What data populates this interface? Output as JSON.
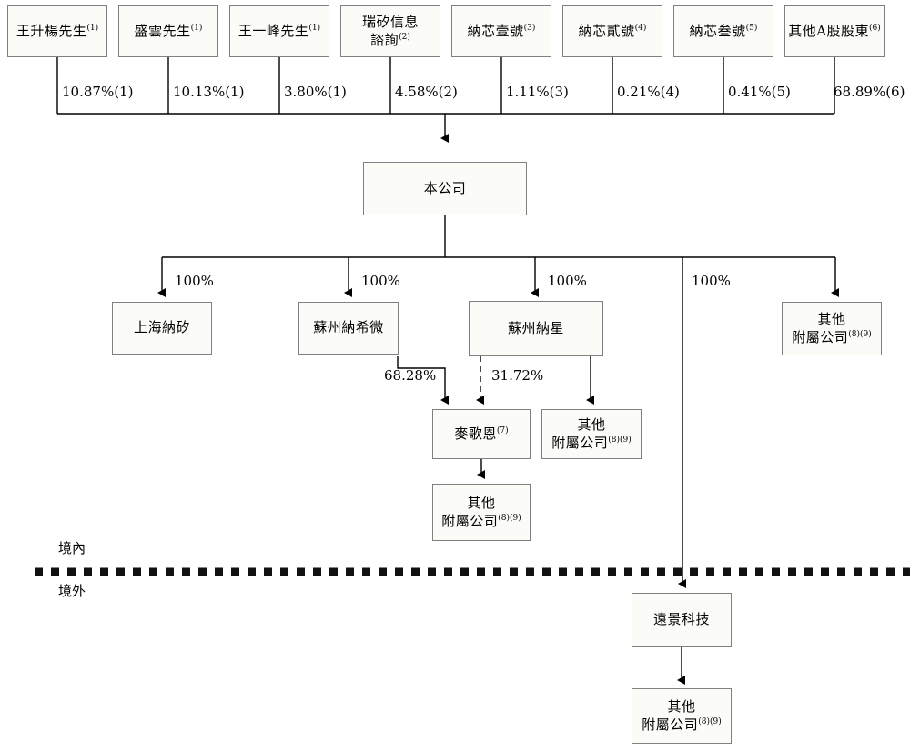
{
  "diagram": {
    "title": "Corporate shareholding structure chart",
    "colors": {
      "box_border": "#808080",
      "box_fill": "#fbfbf8",
      "line": "#000000",
      "divider": "#111111"
    },
    "region_labels": {
      "onshore": "境內",
      "offshore": "境外"
    },
    "shareholders": [
      {
        "name": "王升楊先生",
        "note": "(1)",
        "pct": "10.87%"
      },
      {
        "name": "盛雲先生",
        "note": "(1)",
        "pct": "10.13%"
      },
      {
        "name": "王一峰先生",
        "note": "(1)",
        "pct": "3.80%"
      },
      {
        "name": "瑞矽信息\n諮詢",
        "note": "(2)",
        "pct": "4.58%"
      },
      {
        "name": "納芯壹號",
        "note": "(3)",
        "pct": "1.11%"
      },
      {
        "name": "納芯貳號",
        "note": "(4)",
        "pct": "0.21%"
      },
      {
        "name": "納芯叁號",
        "note": "(5)",
        "pct": "0.41%"
      },
      {
        "name": "其他A股股東",
        "note": "(6)",
        "pct": "68.89%"
      }
    ],
    "company": {
      "name": "本公司",
      "note": ""
    },
    "subsidiaries_level1": [
      {
        "name": "上海納矽",
        "note": "",
        "pct": "100%"
      },
      {
        "name": "蘇州納希微",
        "note": "",
        "pct": "100%"
      },
      {
        "name": "蘇州納星",
        "note": "",
        "pct": "100%"
      },
      {
        "name": "遠景科技",
        "note": "",
        "pct": "100%"
      },
      {
        "name": "其他\n附屬公司",
        "note": "(8)(9)",
        "pct": "100%"
      }
    ],
    "magnachip": {
      "name": "麥歌恩",
      "note": "(7)"
    },
    "edges_to_magnachip": [
      {
        "from": "蘇州納希微",
        "pct": "68.28%",
        "style": "solid"
      },
      {
        "from": "蘇州納星",
        "pct": "31.72%",
        "style": "dashed"
      }
    ],
    "other_subs_boxes": [
      {
        "id": "other-subs-under-nastar",
        "name": "其他\n附屬公司",
        "note": "(8)(9)"
      },
      {
        "id": "other-subs-under-magnachip",
        "name": "其他\n附屬公司",
        "note": "(8)(9)"
      },
      {
        "id": "other-subs-right",
        "name": "其他\n附屬公司",
        "note": "(8)(9)"
      },
      {
        "id": "other-subs-offshore",
        "name": "其他\n附屬公司",
        "note": "(8)(9)"
      }
    ]
  }
}
